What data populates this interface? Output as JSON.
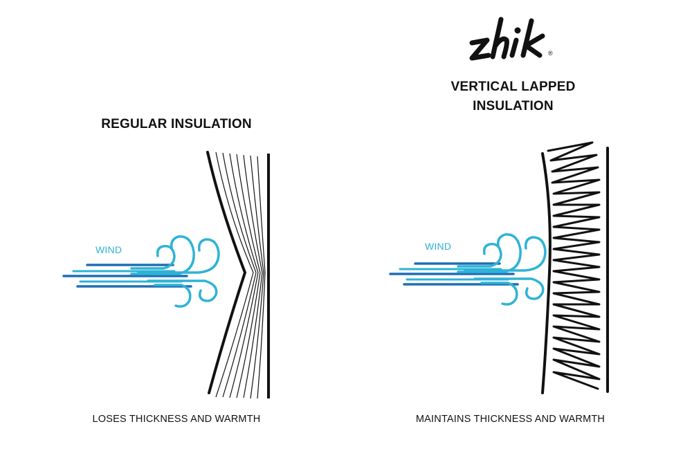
{
  "brand": {
    "logo_text": "zhik",
    "registered_mark": "®"
  },
  "regular": {
    "title": "REGULAR INSULATION",
    "wind_label": "WIND",
    "caption": "LOSES THICKNESS AND WARMTH"
  },
  "lapped": {
    "title_line1": "VERTICAL LAPPED",
    "title_line2": "INSULATION",
    "wind_label": "WIND",
    "caption": "MAINTAINS THICKNESS AND WARMTH"
  },
  "colors": {
    "wind_dark": "#1f6fb5",
    "wind_light": "#2eb3d6",
    "line": "#111111",
    "text": "#111111"
  }
}
